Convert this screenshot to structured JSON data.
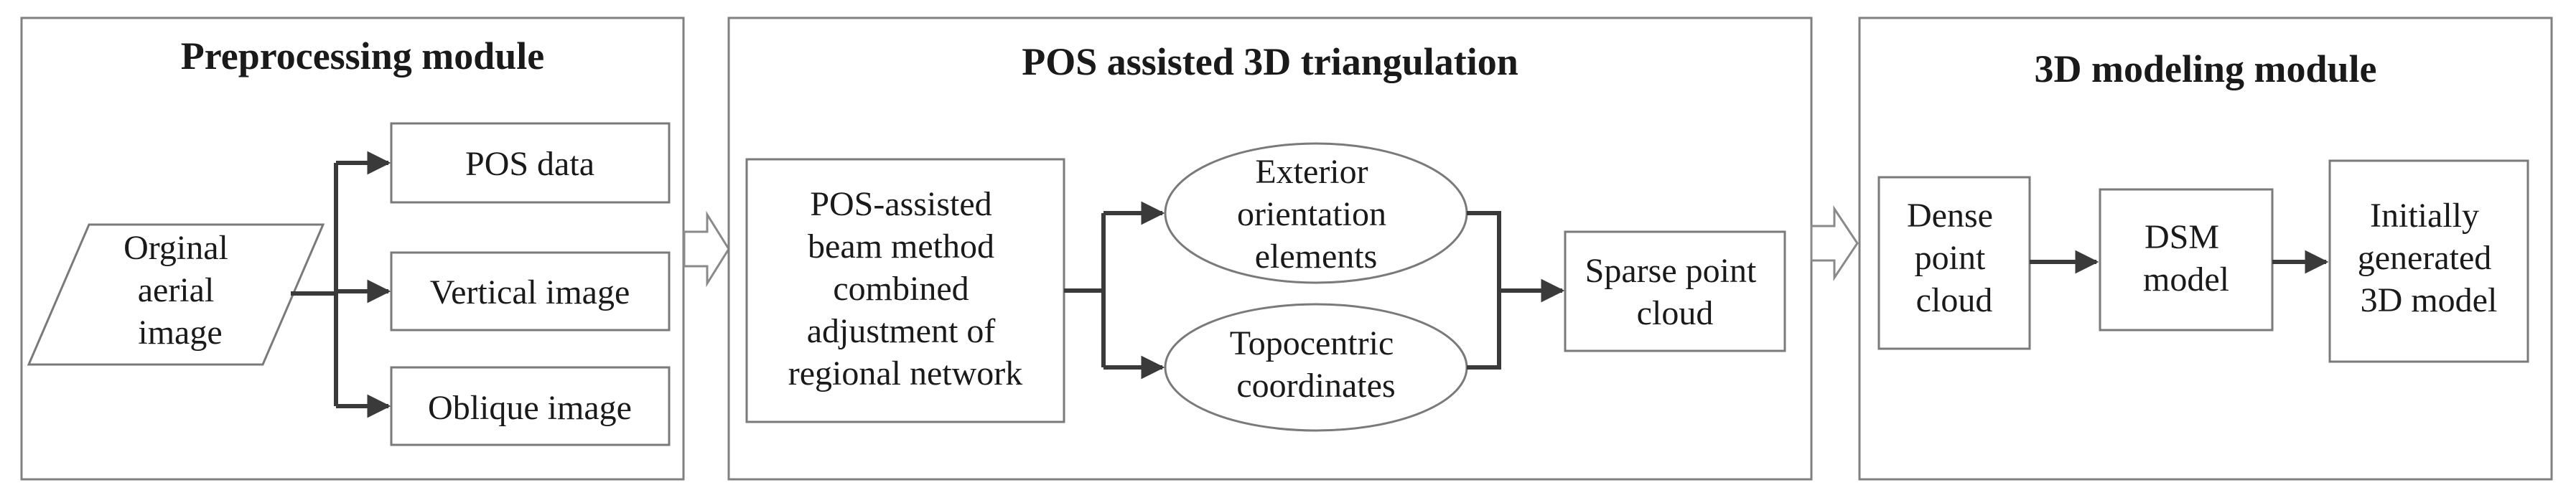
{
  "panels": {
    "preprocessing": {
      "title": "Preprocessing module",
      "input_lines": [
        "Orginal",
        "aerial",
        "image"
      ],
      "outputs": [
        "POS data",
        "Vertical image",
        "Oblique image"
      ]
    },
    "triangulation": {
      "title": "POS assisted 3D triangulation",
      "method_lines": [
        "POS-assisted",
        "beam method",
        "combined",
        "adjustment of",
        "regional network"
      ],
      "exterior_lines": [
        "Exterior",
        "orientation",
        "elements"
      ],
      "topocentric_lines": [
        "Topocentric",
        "coordinates"
      ],
      "sparse_lines": [
        "Sparse point",
        "cloud"
      ]
    },
    "modeling": {
      "title": "3D modeling module",
      "dense_lines": [
        "Dense",
        "point",
        "cloud"
      ],
      "dsm_lines": [
        "DSM",
        "model"
      ],
      "initial_lines": [
        "Initially",
        "generated",
        "3D model"
      ]
    }
  },
  "colors": {
    "frame": "#808080",
    "box_stroke": "#7a7a7a",
    "arrow": "#3a3a3a",
    "text": "#1a1a1a"
  }
}
